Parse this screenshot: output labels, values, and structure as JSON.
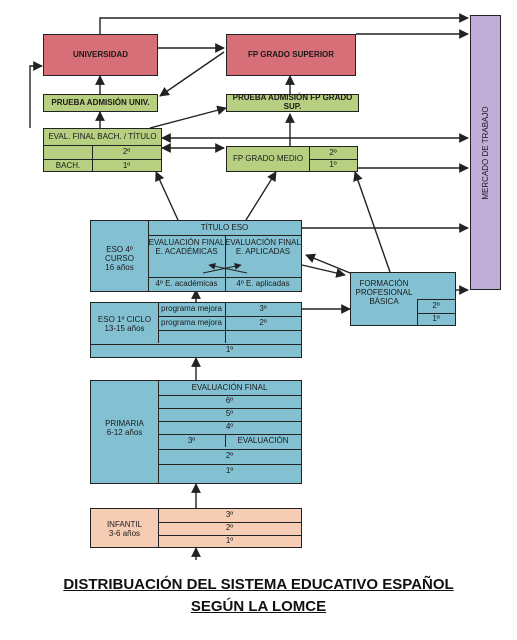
{
  "universidad": "UNIVERSIDAD",
  "fp_superior": "FP GRADO SUPERIOR",
  "prueba_univ": "PRUEBA ADMISIÓN UNIV.",
  "prueba_fp": "PRUEBA ADMISIÓN FP GRADO SUP.",
  "bach": {
    "title": "EVAL. FINAL BACH. / TÍTULO",
    "label": "BACH.",
    "row2": "2º",
    "row1": "1º"
  },
  "fp_medio": {
    "label": "FP GRADO MEDIO",
    "row2": "2º",
    "row1": "1º"
  },
  "mercado": "MERCADO DE TRABAJO",
  "eso4": {
    "label_line1": "ESO 4º CURSO",
    "label_line2": "16 años",
    "titulo": "TÍTULO ESO",
    "eval_acad_line1": "EVALUACIÓN FINAL",
    "eval_acad_line2": "E. ACADÉMICAS",
    "eval_apl_line1": "EVALUACIÓN FINAL",
    "eval_apl_line2": "E. APLICADAS",
    "acad": "4º E. académicas",
    "apl": "4º E. aplicadas"
  },
  "fpb": {
    "line1": "FORMACIÓN",
    "line2": "PROFESIONAL",
    "line3": "BÁSICA",
    "row2": "2º",
    "row1": "1º"
  },
  "eso1": {
    "label_line1": "ESO 1º CICLO",
    "label_line2": "13-15 años",
    "pm_a": "programa mejora",
    "row3": "3º",
    "pm_b": "programa mejora",
    "row2": "2º",
    "row1": "1º"
  },
  "primaria": {
    "label_line1": "PRIMARIA",
    "label_line2": "6-12 años",
    "eval_final": "EVALUACIÓN FINAL",
    "row6": "6º",
    "row5": "5º",
    "row4": "4º",
    "row3": "3º",
    "evaluacion": "EVALUACIÓN",
    "row2": "2º",
    "row1": "1º"
  },
  "infantil": {
    "label_line1": "INFANTIL",
    "label_line2": "3-6 años",
    "row3": "3º",
    "row2": "2º",
    "row1": "1º"
  },
  "caption": {
    "line1": "DISTRIBUACIÓN DEL SISTEMA EDUCATIVO ESPAÑOL",
    "line2": "SEGÚN LA LOMCE"
  }
}
